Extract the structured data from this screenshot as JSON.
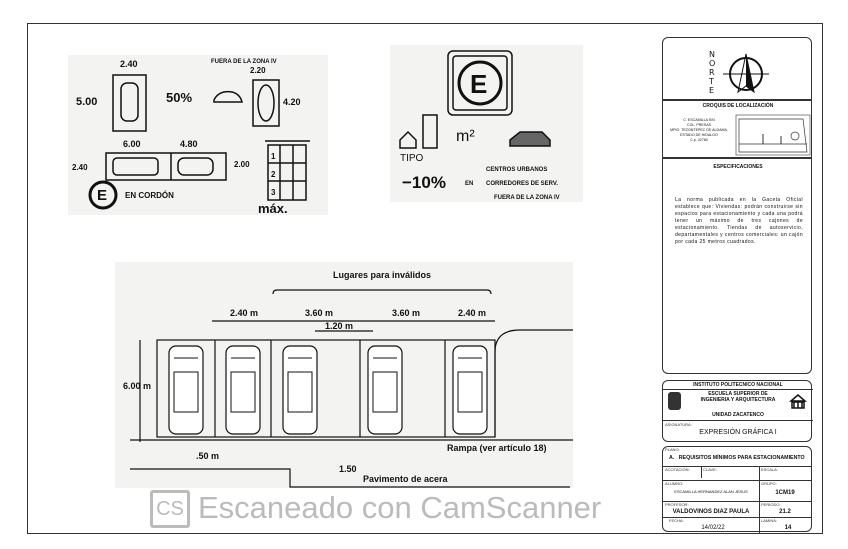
{
  "sketch1": {
    "top_width": "2.40",
    "zone_note": "FUERA DE LA ZONA IV",
    "length": "5.00",
    "percent": "50%",
    "small_width": "2.20",
    "small_length": "4.20",
    "parallel_long": "6.00",
    "parallel_short": "4.80",
    "side_width": "2.40",
    "side_width2": "2.00",
    "sign_letter": "E",
    "cordon": "EN CORDÓN",
    "grid_numbers": [
      "1",
      "2",
      "3"
    ],
    "max": "máx."
  },
  "sketch2": {
    "sign_letter": "E",
    "tipo": "TIPO",
    "m2": "m²",
    "percent": "−10%",
    "en": "EN",
    "lines": [
      "CENTROS URBANOS",
      "CORREDORES DE SERV.",
      "FUERA DE LA ZONA IV"
    ]
  },
  "plan": {
    "title": "Lugares para inválidos",
    "dims": [
      "2.40 m",
      "3.60 m",
      "1.20 m",
      "3.60 m",
      "2.40 m"
    ],
    "depth": "6.00 m",
    "offset": ".50 m",
    "ramp": "Rampa (ver artículo 18)",
    "curb": "1.50",
    "sidewalk": "Pavimento de acera",
    "watermark": "Escaneado con CamScanner",
    "watermark_logo": "CS"
  },
  "titleblock": {
    "north": "NORTE",
    "location_title": "CROQUIS DE LOCALIZACIÓN",
    "address": [
      "C. ESCAMILLA S/N",
      "COL. PRESAS",
      "MPIO. TEZONTEPEC DE ALDAMA,",
      "ESTADO DE HIDALGO",
      "C.p. 42780"
    ],
    "spec_title": "ESPECIFICACIONES",
    "spec_text": "La norma publicada en la Gaceta Oficial establece que: Viviendas: podrán construirse sin espacios para estacionamiento y cada una podrá tener un máximo de tres cajones de estacionamiento. Tiendas de autoservicio, departamentales y centros comerciales: un cajón por cada 25 metros cuadrados.",
    "institute": "INSTITUTO POLITECNICO NACIONAL",
    "school": "ESCUELA SUPERIOR DE INGENIERIA Y ARQUITECTURA",
    "unit": "UNIDAD ZACATENCO",
    "subject_label": "ASIGNATURA:",
    "subject": "EXPRESIÓN GRÁFICA I",
    "plan_label": "PLANO:",
    "plan": "A.   REQUISITOS MÍNIMOS PARA ESTACIONAMIENTO",
    "acot_label": "ACOTACIÓN:",
    "clave_label": "CLAVE:",
    "escala_label": "ESCALA:",
    "alumno_label": "ALUMNO:",
    "alumno": "ESCAMILLA HERNANDEZ ALAN JESUS",
    "grupo_label": "GRUPO:",
    "grupo": "1CM19",
    "profesor_label": "PROFESOR:",
    "profesor": "VALDOVINOS DIAZ PAULA",
    "periodo_label": "PERIODO:",
    "periodo": "21.2",
    "fecha_label": "FECHA:",
    "fecha": "14/02/22",
    "lamina_label": "LAMINA:",
    "lamina": "14"
  }
}
